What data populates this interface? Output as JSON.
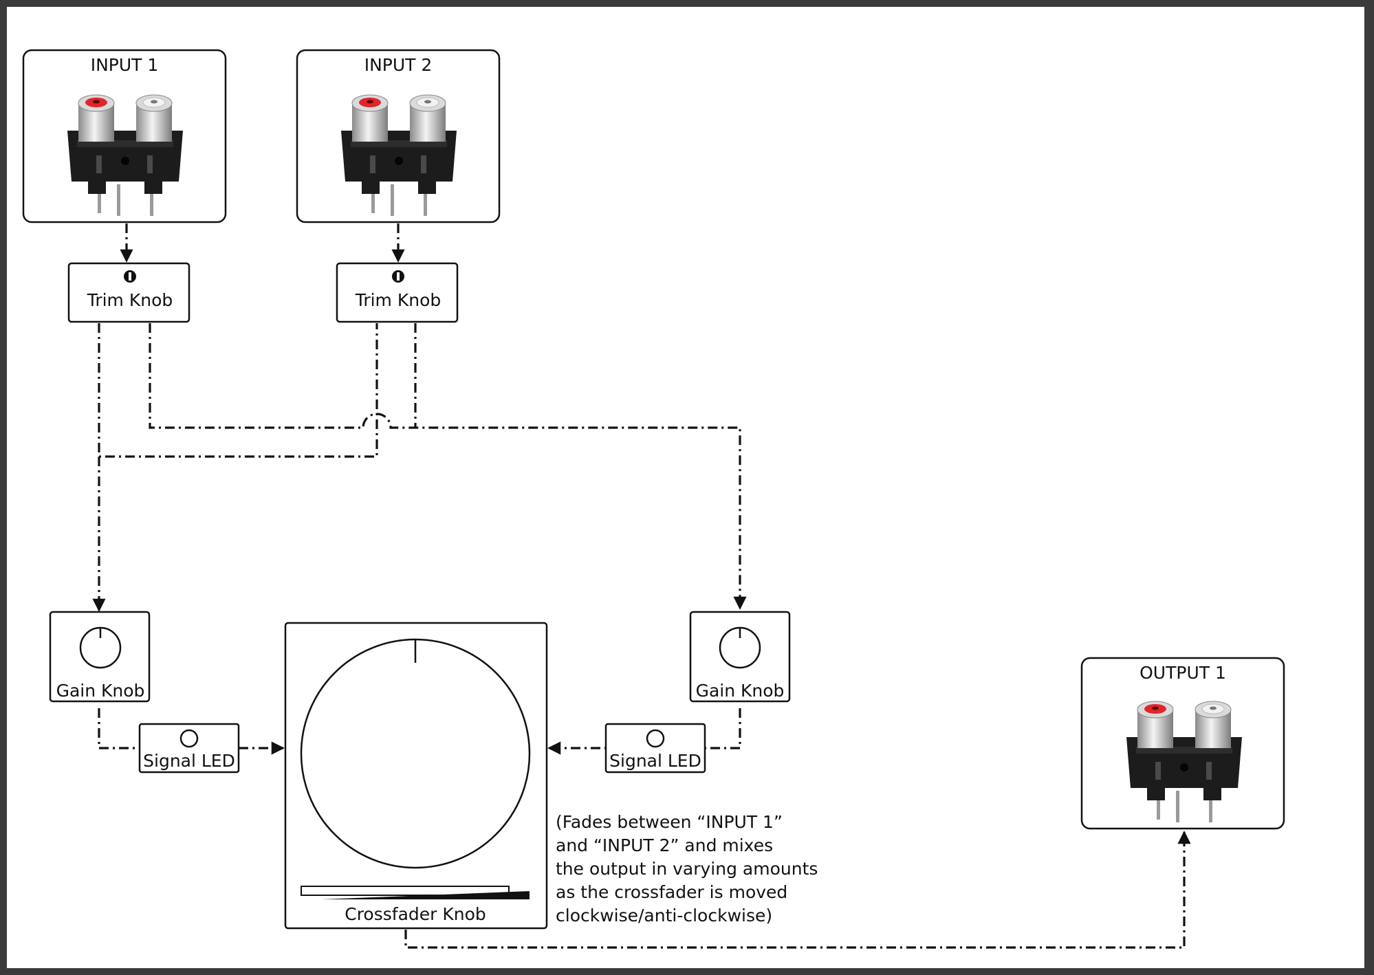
{
  "inputs": [
    {
      "label": "INPUT 1"
    },
    {
      "label": "INPUT 2"
    }
  ],
  "output": {
    "label": "OUTPUT 1"
  },
  "trim_knobs": [
    {
      "label": "Trim Knob",
      "icon": "info-icon"
    },
    {
      "label": "Trim Knob",
      "icon": "info-icon"
    }
  ],
  "gain_knobs": [
    {
      "label": "Gain Knob"
    },
    {
      "label": "Gain Knob"
    }
  ],
  "signal_leds": [
    {
      "label": "Signal LED"
    },
    {
      "label": "Signal LED"
    }
  ],
  "crossfader": {
    "label": "Crossfader Knob",
    "note_lines": [
      "(Fades between “INPUT 1”",
      "and “INPUT 2” and mixes",
      "the output in varying amounts",
      "as the crossfader is moved",
      "clockwise/anti-clockwise)"
    ]
  },
  "colors": {
    "frame": "#3b3b3b",
    "page": "#ffffff",
    "jack_red": "#e0262a",
    "jack_white": "#e9e9e9",
    "jack_body": "#1c1c1c"
  }
}
